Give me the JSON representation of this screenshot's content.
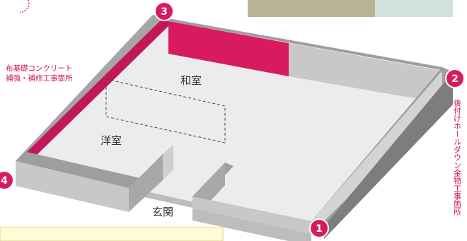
{
  "rooms": {
    "washitsu": "和室",
    "youshitsu": "洋室",
    "genkan": "玄関"
  },
  "annotations": {
    "foundation_line1": "布基礎コンクリート",
    "foundation_line2": "補強・補修工事箇所",
    "holddown_vertical": "後付けホールダウン金物工事箇所"
  },
  "markers": [
    "1",
    "2",
    "3",
    "4"
  ],
  "colors": {
    "accent": "#d81b60",
    "wall_highlight": "#c2185b",
    "wall_gray": "#9e9e9e",
    "floor": "#eeeeee",
    "note_box": "#fffbd6"
  }
}
